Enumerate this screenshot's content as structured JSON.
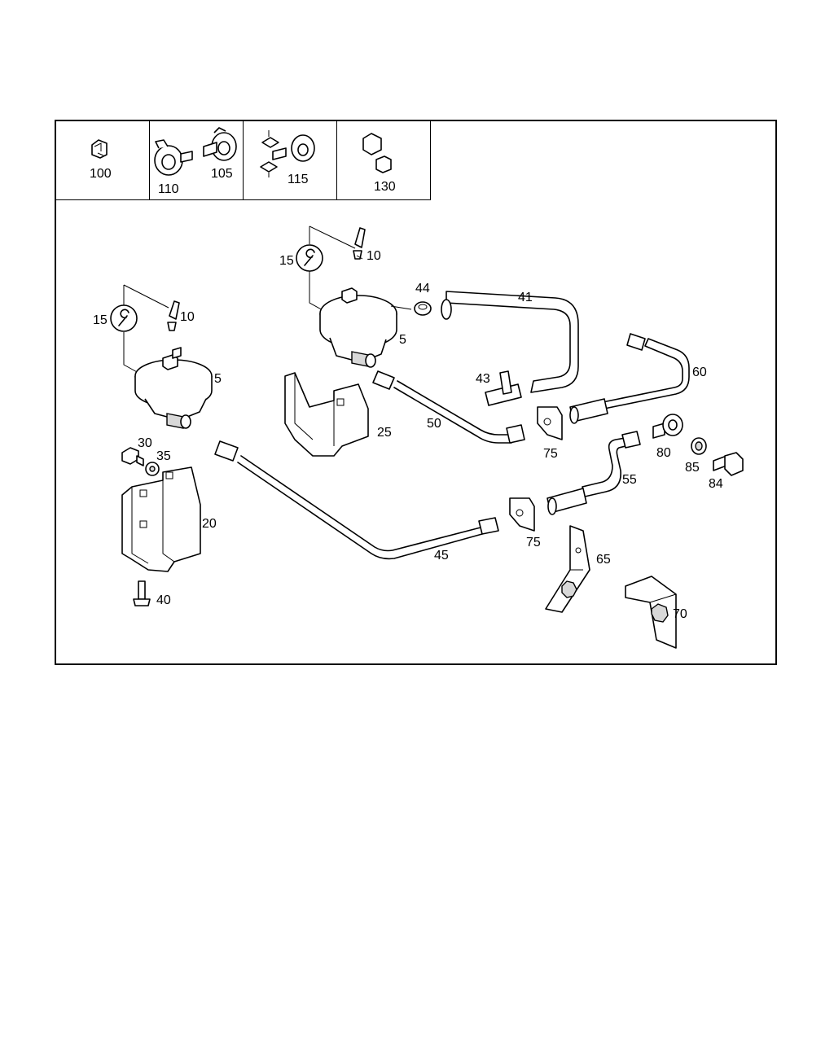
{
  "inset_labels": {
    "p100": "100",
    "p110": "110",
    "p105": "105",
    "p115": "115",
    "p130": "130"
  },
  "callouts": {
    "p15_left": "15",
    "p10_left": "10",
    "p5_left": "5",
    "p15_right": "15",
    "p10_right": "10",
    "p5_right": "5",
    "p44": "44",
    "p41": "41",
    "p43": "43",
    "p60": "60",
    "p50": "50",
    "p25": "25",
    "p75_upper": "75",
    "p80": "80",
    "p85": "85",
    "p84": "84",
    "p55": "55",
    "p30": "30",
    "p35": "35",
    "p20": "20",
    "p45": "45",
    "p75_lower": "75",
    "p65": "65",
    "p40": "40",
    "p70": "70"
  }
}
